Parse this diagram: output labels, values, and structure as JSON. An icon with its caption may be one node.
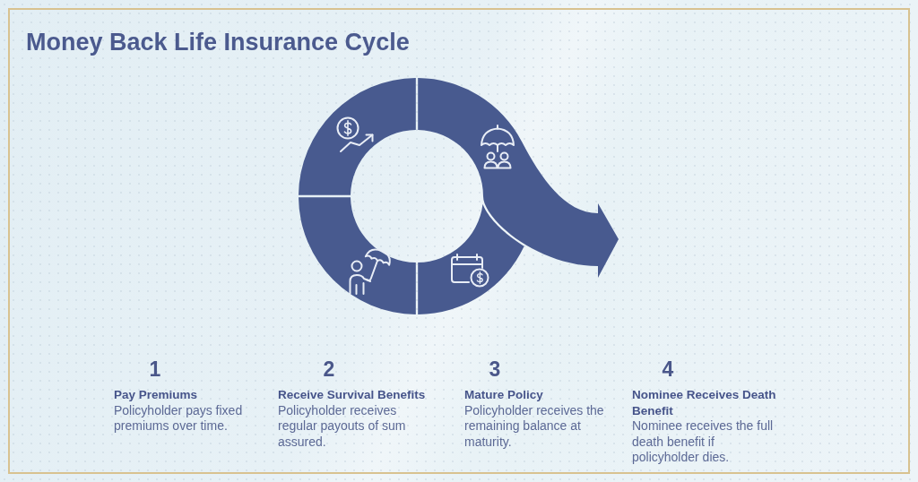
{
  "diagram": {
    "title": "Money Back Life Insurance Cycle",
    "nodes": [
      {
        "text": [],
        "shape": "arc"
      },
      {
        "text": [],
        "shape": "arrow"
      },
      {
        "text": [],
        "shape": "arc"
      },
      {
        "text": [],
        "shape": "arc"
      }
    ],
    "labels": [
      "1",
      "Pay Premiums",
      "Policyholder pays fixed premiums over time.",
      "2",
      "Receive Survival Benefits",
      "Policyholder receives regular payouts of sum assured.",
      "3",
      "Mature Policy",
      "Policyholder receives the remaining balance at maturity.",
      "4",
      "Nominee Receives Death Benefit",
      "Nominee receives the full death benefit if policyholder dies."
    ]
  }
}
